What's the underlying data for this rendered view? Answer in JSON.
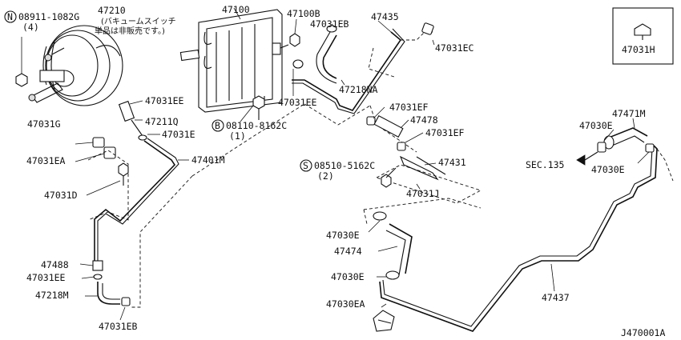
{
  "diagram_id": "J470001A",
  "sec_ref": "SEC.135",
  "labels": {
    "l47210": "47210",
    "l08911": "08911-1082G",
    "l08911_qty": "(4)",
    "n_mark": "N",
    "jp_note_1": "(バキュームスイッチ",
    "jp_note_2": "単品は非販売です。)",
    "l47100": "47100",
    "l47100B": "47100B",
    "l47031EB_top": "47031EB",
    "l47435": "47435",
    "l47031EC": "47031EC",
    "l47031H": "47031H",
    "l47218NA": "47218NA",
    "l47031EE_top": "47031EE",
    "l47211Q": "47211Q",
    "l47031E": "47031E",
    "l47031EE_mid": "47031EE",
    "b_mark": "B",
    "l08110": "08110-8162C",
    "l08110_qty": "(1)",
    "l47031G": "47031G",
    "l47031EA": "47031EA",
    "l47401M": "47401M",
    "l47031D": "47031D",
    "l47031EF_1": "47031EF",
    "l47478": "47478",
    "l47031EF_2": "47031EF",
    "s_mark": "S",
    "l08510": "08510-5162C",
    "l08510_qty": "(2)",
    "l47431": "47431",
    "l47031J": "47031J",
    "l47471M": "47471M",
    "l47030E_right": "47030E",
    "l47030E_right2": "47030E",
    "l47030E_1": "47030E",
    "l47474": "47474",
    "l47030E_2": "47030E",
    "l47030EA": "47030EA",
    "l47437": "47437",
    "l47488": "47488",
    "l47031EE_bot": "47031EE",
    "l47218M": "47218M",
    "l47031EB_bot": "47031EB"
  }
}
